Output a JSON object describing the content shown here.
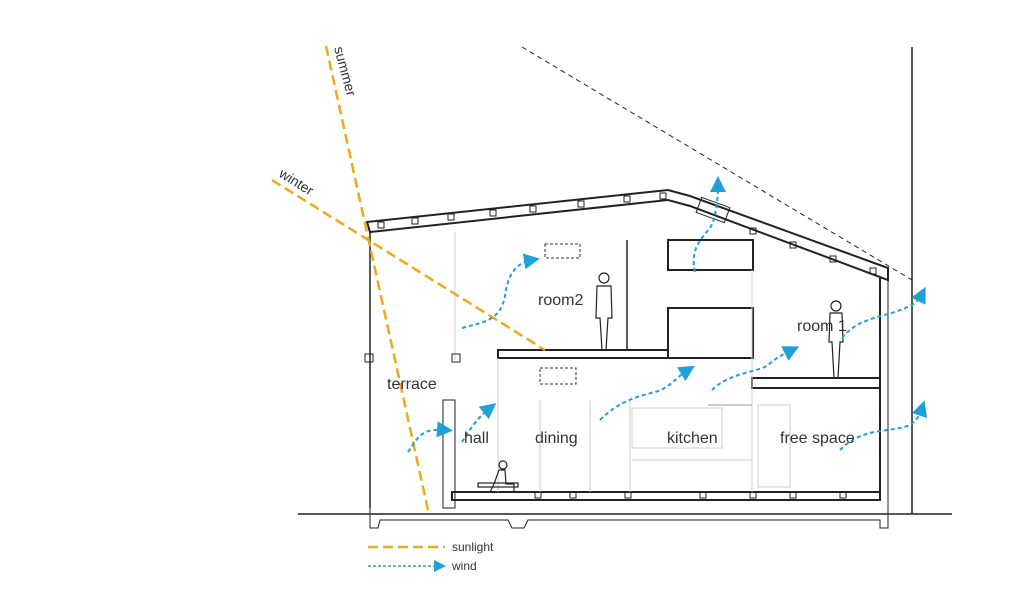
{
  "colors": {
    "sunlight": "#f0a81c",
    "wind": "#1fa0d8",
    "line": "#222222"
  },
  "rays": {
    "summer": "summer",
    "winter": "winter"
  },
  "rooms": {
    "room2": "room2",
    "room1": "room 1",
    "terrace": "terrace",
    "hall": "hall",
    "dining": "dining",
    "kitchen": "kitchen",
    "free_space": "free space"
  },
  "legend": {
    "sunlight": "sunlight",
    "wind": "wind"
  }
}
